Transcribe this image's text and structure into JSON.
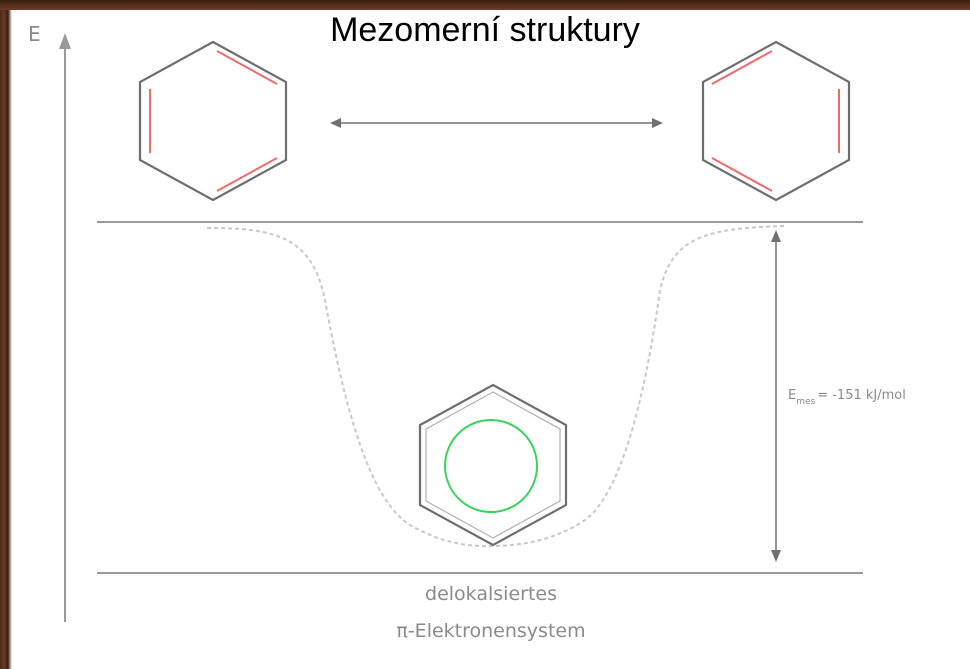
{
  "title": "Mezomerní struktury",
  "axis": {
    "label": "E"
  },
  "energy": {
    "symbol": "E",
    "subscript": "mes",
    "value_text": "= -151 kJ/mol"
  },
  "caption": {
    "line1": "delokalsiertes",
    "line2": "π-Elektronensystem"
  },
  "colors": {
    "background": "#ffffff",
    "title_text": "#000000",
    "line_gray": "#9a9a9a",
    "ring_gray": "#6e6e6e",
    "double_bond_red": "#ef6b6b",
    "aromatic_green": "#39d35a",
    "dashed_curve": "#c8c8c8",
    "caption_gray": "#8a8a8a",
    "frame_brown": "#5a3220"
  }
}
